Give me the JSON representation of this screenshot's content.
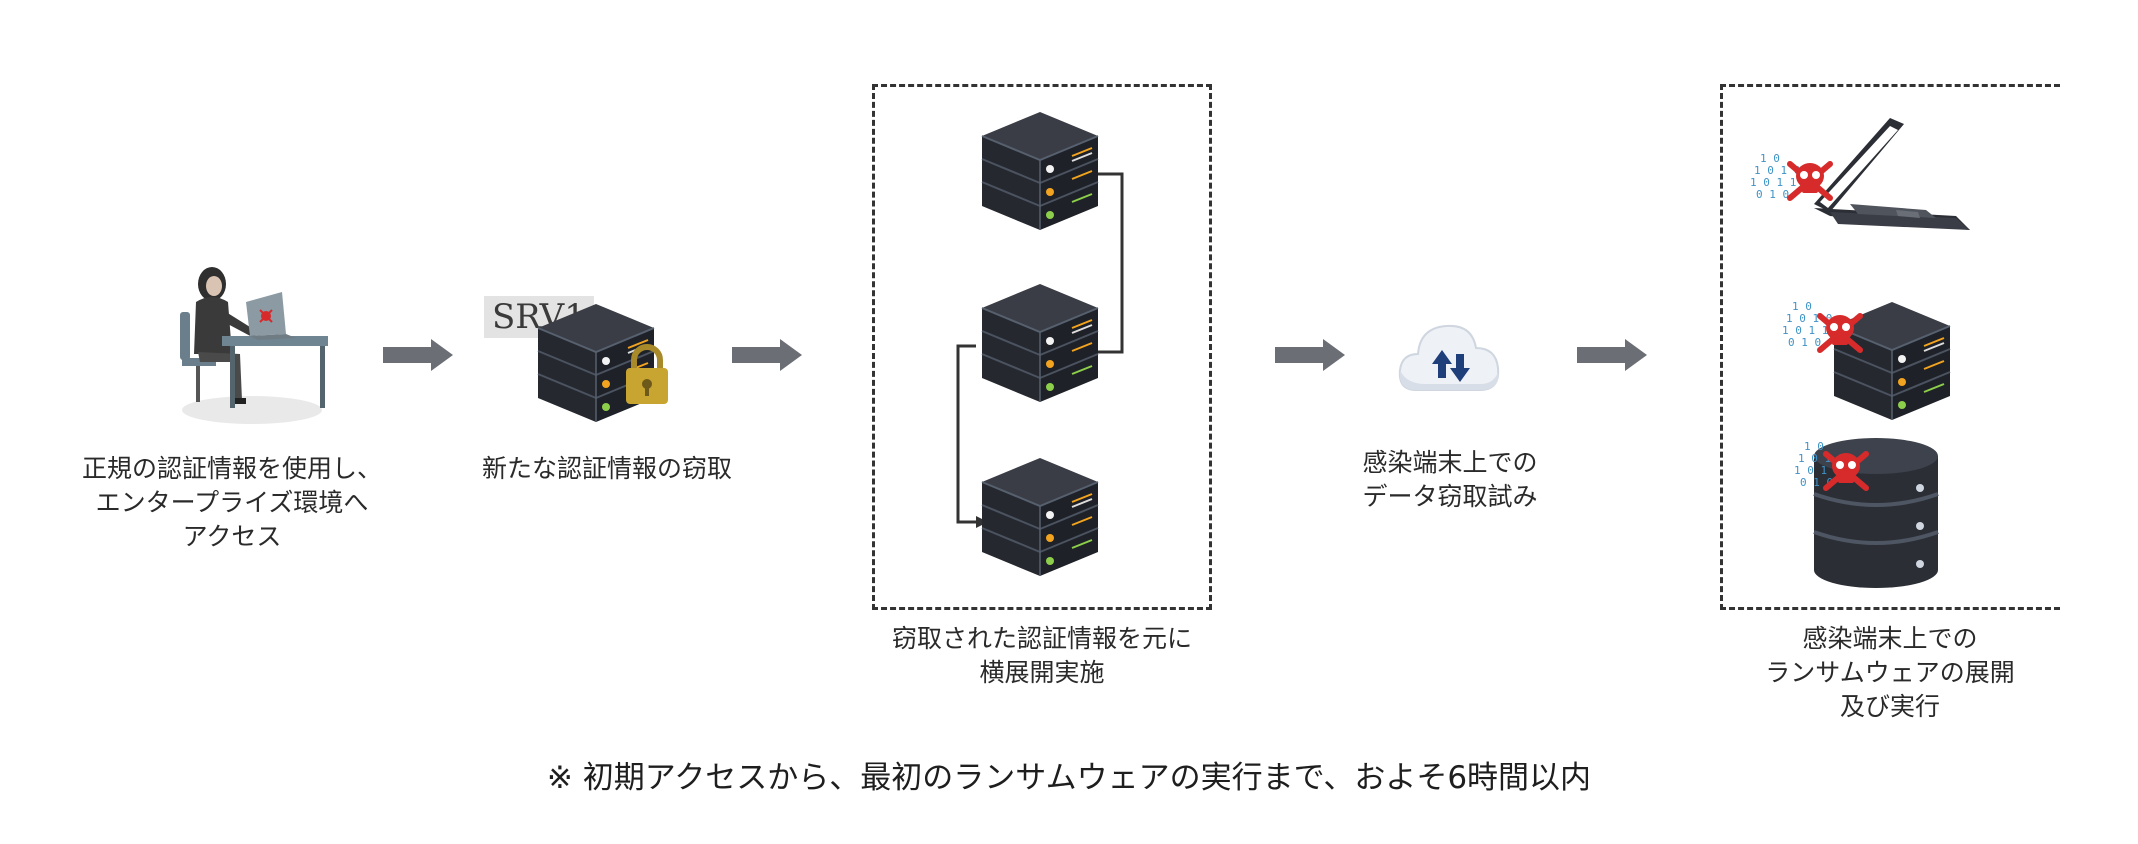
{
  "steps": [
    {
      "id": "step1",
      "lines": [
        "正規の認証情報を使用し、",
        "エンタープライズ環境へ",
        "アクセス"
      ]
    },
    {
      "id": "step2",
      "lines": [
        "新たな認証情報の窃取"
      ]
    },
    {
      "id": "step3",
      "lines": [
        "窃取された認証情報を元に",
        "横展開実施"
      ]
    },
    {
      "id": "step4",
      "lines": [
        "感染端末上での",
        "データ窃取試み"
      ]
    },
    {
      "id": "step5",
      "lines": [
        "感染端末上での",
        "ランサムウェアの展開",
        "及び実行"
      ]
    }
  ],
  "server_label": "SRV1",
  "binary_text": [
    "1 0",
    "1 0 1 0",
    "1 0 1 1 0",
    "0 1 0"
  ],
  "footnote": "※ 初期アクセスから、最初のランサムウェアの実行まで、およそ6時間以内",
  "colors": {
    "arrow": "#6b6e75",
    "server_body": "#2b2e35",
    "server_edge": "#4a5568",
    "led_white": "#f3f3f3",
    "led_amber": "#f2a31f",
    "led_green": "#8dcf4a",
    "skull": "#d72b2b",
    "binary": "#3f93c6",
    "cloud": "#eef1f6",
    "cloud_arrows": "#1f3f7a",
    "lock": "#c8a431",
    "desk": "#6f8591",
    "dashed_border": "#333333"
  },
  "icons": {
    "hacker": "hacker-at-desk-icon",
    "server": "server-icon",
    "lock": "padlock-icon",
    "cloud": "cloud-transfer-icon",
    "laptop": "laptop-icon",
    "database": "database-icon",
    "skull": "skull-icon",
    "arrow": "right-arrow-icon"
  }
}
